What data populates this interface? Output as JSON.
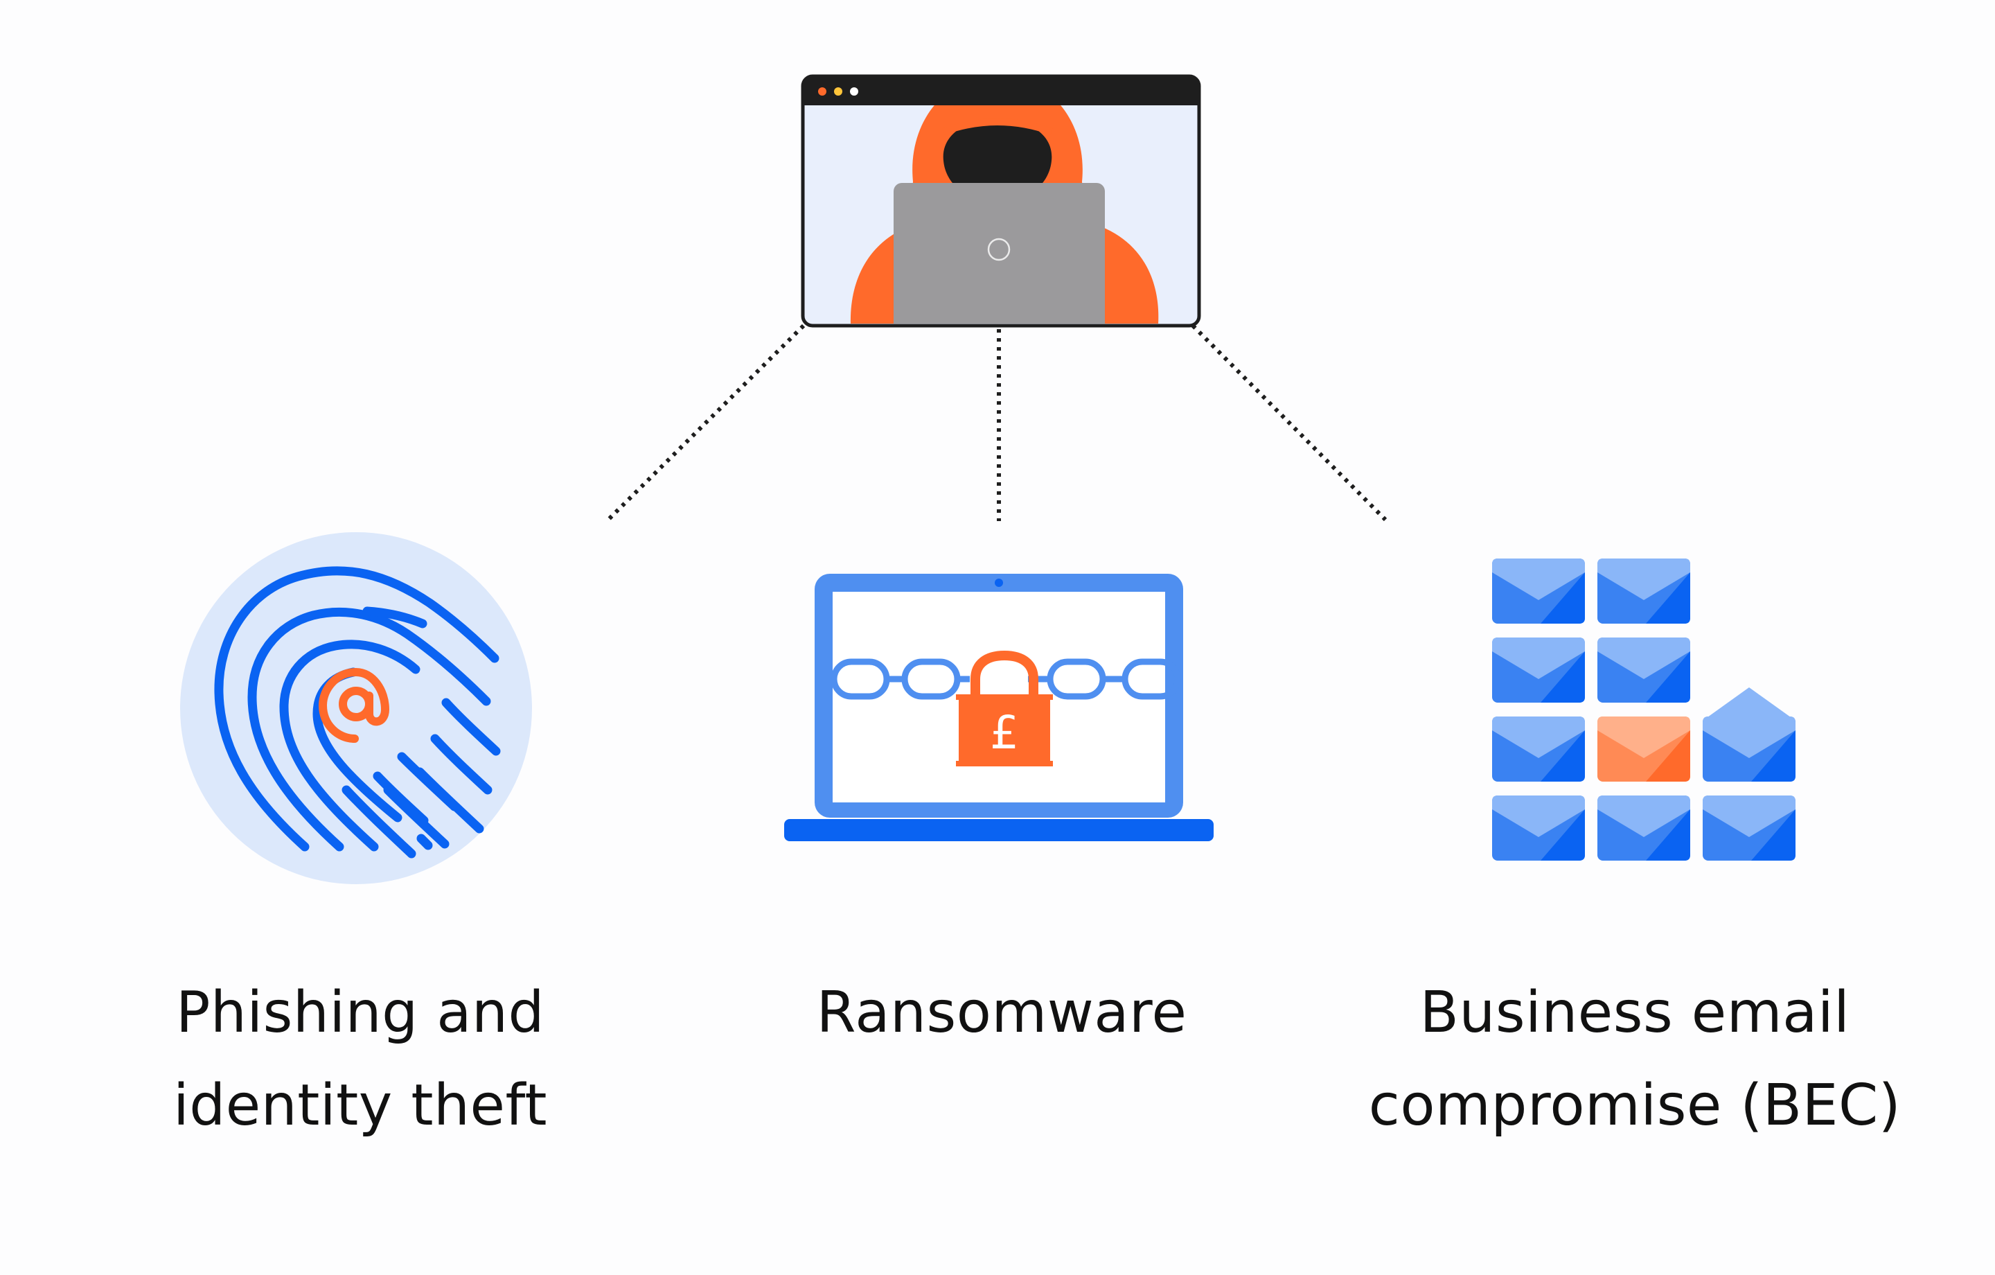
{
  "nodes": {
    "attacker": {
      "icon": "hooded-hacker-laptop-icon"
    },
    "phishing": {
      "icon": "fingerprint-at-icon",
      "label_line1": "Phishing and",
      "label_line2": "identity theft"
    },
    "ransomware": {
      "icon": "locked-laptop-pound-icon",
      "label_line1": "Ransomware"
    },
    "bec": {
      "icon": "email-grid-icon",
      "label_line1": "Business email",
      "label_line2": "compromise (BEC)"
    }
  },
  "colors": {
    "accent_orange": "#ff6a2b",
    "accent_blue": "#0a63f2",
    "light_blue": "#dce8fb",
    "screen_bg": "#e9effc",
    "laptop_grey": "#9b9a9c",
    "dark": "#1e1e1e"
  }
}
